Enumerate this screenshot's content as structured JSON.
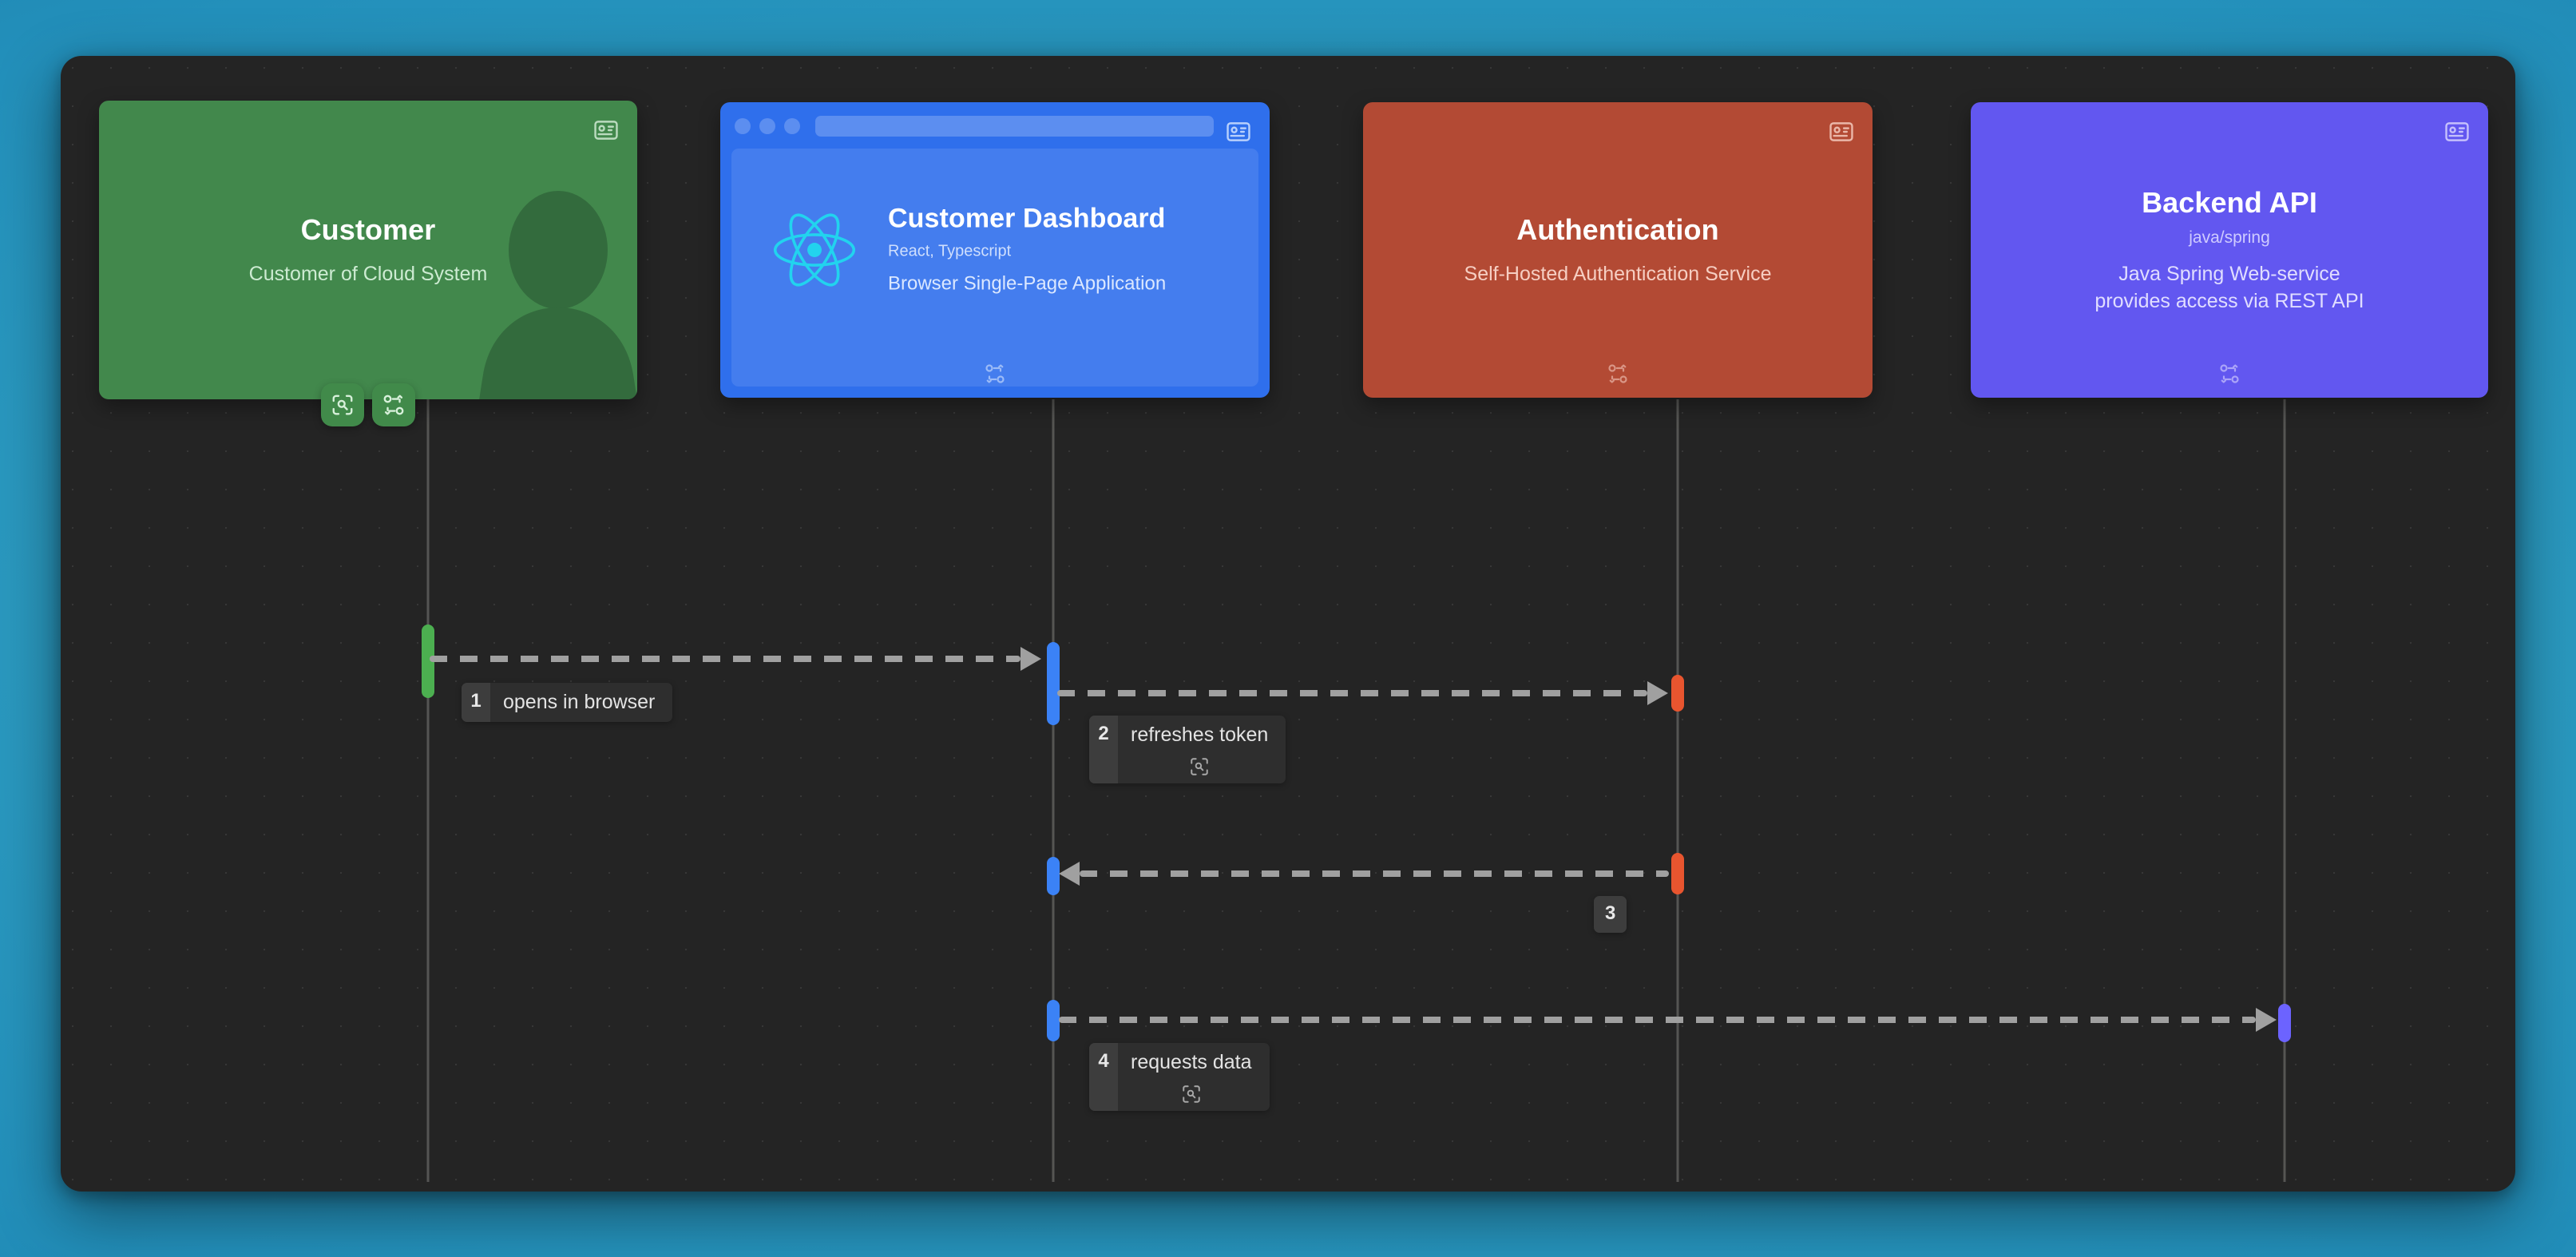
{
  "theme": {
    "page_background": "#2b9ac0",
    "canvas_background": "#242424",
    "dash_color": "#a0a0a0",
    "lifeline_color": "#555553",
    "label_bg": "#2e2e2e",
    "label_num_bg": "#3d3d3d"
  },
  "participants": [
    {
      "name": "Customer",
      "title": "Customer",
      "tech": "",
      "description": "Customer of Cloud System",
      "type": "person",
      "color": "#42884c",
      "lifeline_color": "#4caf50",
      "badge_icon": "id-card-icon",
      "relations_icon": "relations-icon",
      "actions": [
        {
          "icon": "scan-focus-icon",
          "label": "Focus"
        },
        {
          "icon": "relations-icon",
          "label": "Relations"
        }
      ]
    },
    {
      "name": "Customer Dashboard",
      "title": "Customer Dashboard",
      "tech": "React, Typescript",
      "description": "Browser Single-Page Application",
      "type": "browser",
      "color": "#2f6fec",
      "lifeline_color": "#3b82f6",
      "logo_icon": "react-logo-icon",
      "badge_icon": "id-card-icon",
      "relations_icon": "relations-icon"
    },
    {
      "name": "Authentication",
      "title": "Authentication",
      "tech": "",
      "description": "Self-Hosted Authentication Service",
      "type": "system",
      "color": "#b34a34",
      "lifeline_color": "#e8552f",
      "badge_icon": "id-card-icon",
      "relations_icon": "relations-icon"
    },
    {
      "name": "Backend API",
      "title": "Backend API",
      "tech": "java/spring",
      "description": "Java Spring Web-service\nprovides access via REST API",
      "description_lines": [
        "Java Spring Web-service",
        "provides access via REST API"
      ],
      "type": "system",
      "color": "#6257f0",
      "lifeline_color": "#6c63ff",
      "badge_icon": "id-card-icon",
      "relations_icon": "relations-icon"
    }
  ],
  "messages": [
    {
      "number": "1",
      "text": "opens in browser",
      "from": "Customer",
      "to": "Customer Dashboard",
      "direction": "right",
      "style": "dashed",
      "has_icon": false
    },
    {
      "number": "2",
      "text": "refreshes token",
      "from": "Customer Dashboard",
      "to": "Authentication",
      "direction": "right",
      "style": "dashed",
      "has_icon": true,
      "icon": "scan-focus-icon"
    },
    {
      "number": "3",
      "text": "",
      "from": "Authentication",
      "to": "Customer Dashboard",
      "direction": "left",
      "style": "dashed",
      "has_icon": false
    },
    {
      "number": "4",
      "text": "requests data",
      "from": "Customer Dashboard",
      "to": "Backend API",
      "direction": "right",
      "style": "dashed",
      "has_icon": true,
      "icon": "scan-focus-icon"
    }
  ]
}
